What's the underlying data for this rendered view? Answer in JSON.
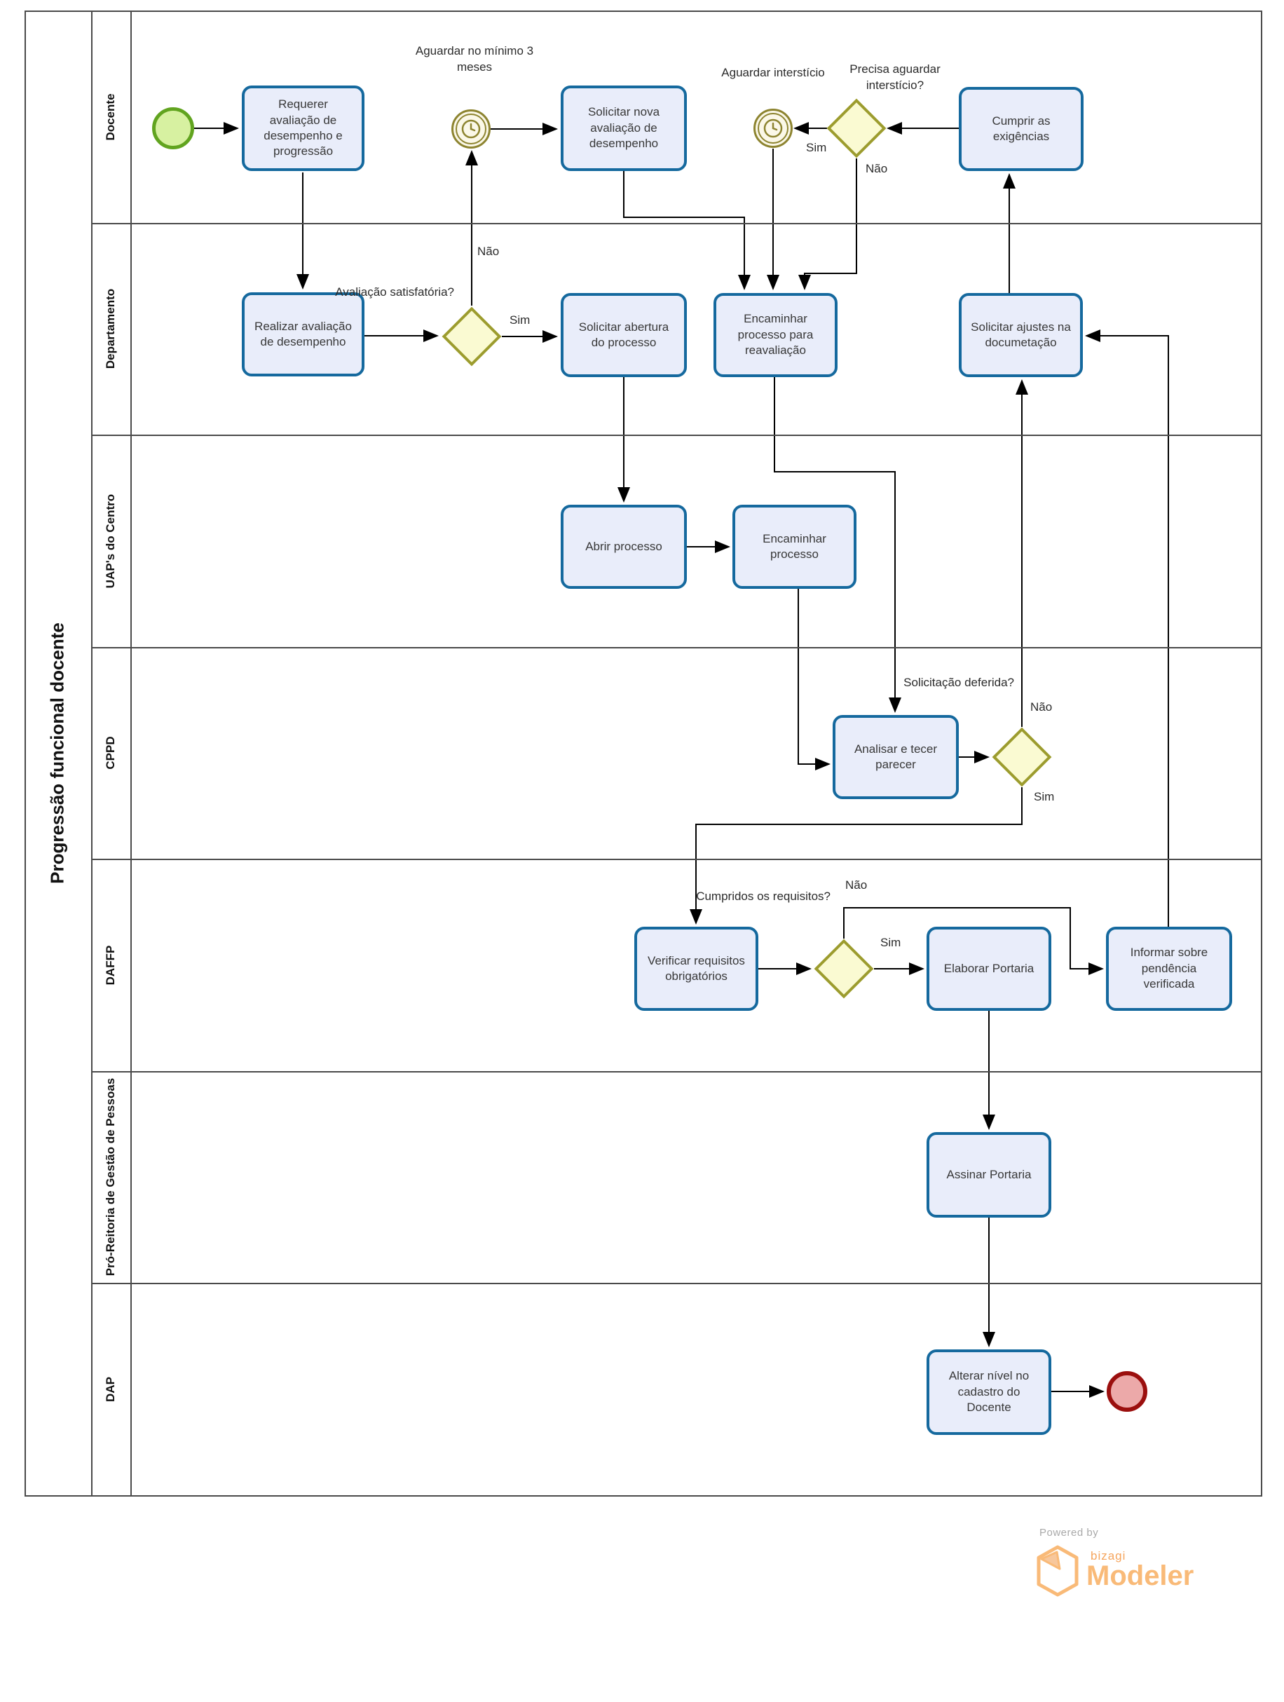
{
  "pool": {
    "title": "Progressão funcional docente"
  },
  "lanes": [
    {
      "label": "Docente"
    },
    {
      "label": "Departamento"
    },
    {
      "label": "UAP's do Centro"
    },
    {
      "label": "CPPD"
    },
    {
      "label": "DAFFP"
    },
    {
      "label": "Pró-Reitoria de Gestão de Pessoas"
    },
    {
      "label": "DAP"
    }
  ],
  "nodes": {
    "start_event": {
      "type": "start-event"
    },
    "task_requerer": {
      "label": "Requerer avaliação de desempenho e progressão"
    },
    "timer_aguardar_meses": {
      "label": "Aguardar no mínimo 3 meses"
    },
    "task_solicitar_nova": {
      "label": "Solicitar nova avaliação de desempenho"
    },
    "timer_aguardar_intersticio": {
      "label": "Aguardar interstício"
    },
    "gateway_precisa_aguardar": {
      "label": "Precisa aguardar interstício?"
    },
    "task_cumprir_exigencias": {
      "label": "Cumprir as exigências"
    },
    "task_realizar_avaliacao": {
      "label": "Realizar avaliação de desempenho"
    },
    "gateway_avaliacao_satisfatoria": {
      "label": "Avaliação satisfatória?"
    },
    "task_solicitar_abertura": {
      "label": "Solicitar abertura do processo"
    },
    "task_encaminhar_reavaliacao": {
      "label": "Encaminhar processo para reavaliação"
    },
    "task_solicitar_ajustes": {
      "label": "Solicitar ajustes na documetação"
    },
    "task_abrir_processo": {
      "label": "Abrir processo"
    },
    "task_encaminhar_processo": {
      "label": "Encaminhar processo"
    },
    "task_analisar_parecer": {
      "label": "Analisar e tecer parecer"
    },
    "gateway_solicitacao_deferida": {
      "label": "Solicitação deferida?"
    },
    "task_verificar_requisitos": {
      "label": "Verificar requisitos obrigatórios"
    },
    "gateway_cumpridos_requisitos": {
      "label": "Cumpridos os requisitos?"
    },
    "task_elaborar_portaria": {
      "label": "Elaborar Portaria"
    },
    "task_informar_pendencia": {
      "label": "Informar sobre pendência verificada"
    },
    "task_assinar_portaria": {
      "label": "Assinar Portaria"
    },
    "task_alterar_nivel": {
      "label": "Alterar nível no cadastro do Docente"
    },
    "end_event": {
      "type": "end-event"
    }
  },
  "edge_labels": {
    "avaliacao_nao": "Não",
    "avaliacao_sim": "Sim",
    "precisa_sim": "Sim",
    "precisa_nao": "Não",
    "solicitacao_nao": "Não",
    "solicitacao_sim": "Sim",
    "cumpridos_nao": "Não",
    "cumpridos_sim": "Sim"
  },
  "colors": {
    "task_fill": "#e9edfa",
    "task_border": "#15699e",
    "gateway_fill": "#fafad2",
    "gateway_border": "#9c9c2e",
    "start_fill": "#d7f1a1",
    "start_border": "#61a41f",
    "end_fill": "#eca9a9",
    "end_border": "#9b0f0e",
    "timer_stroke": "#8d8430",
    "lane_line": "#4a4a4a",
    "logo_orange": "#f9ba78"
  },
  "logo": {
    "powered_by": "Powered by",
    "brand": "bizagi",
    "product": "Modeler"
  }
}
